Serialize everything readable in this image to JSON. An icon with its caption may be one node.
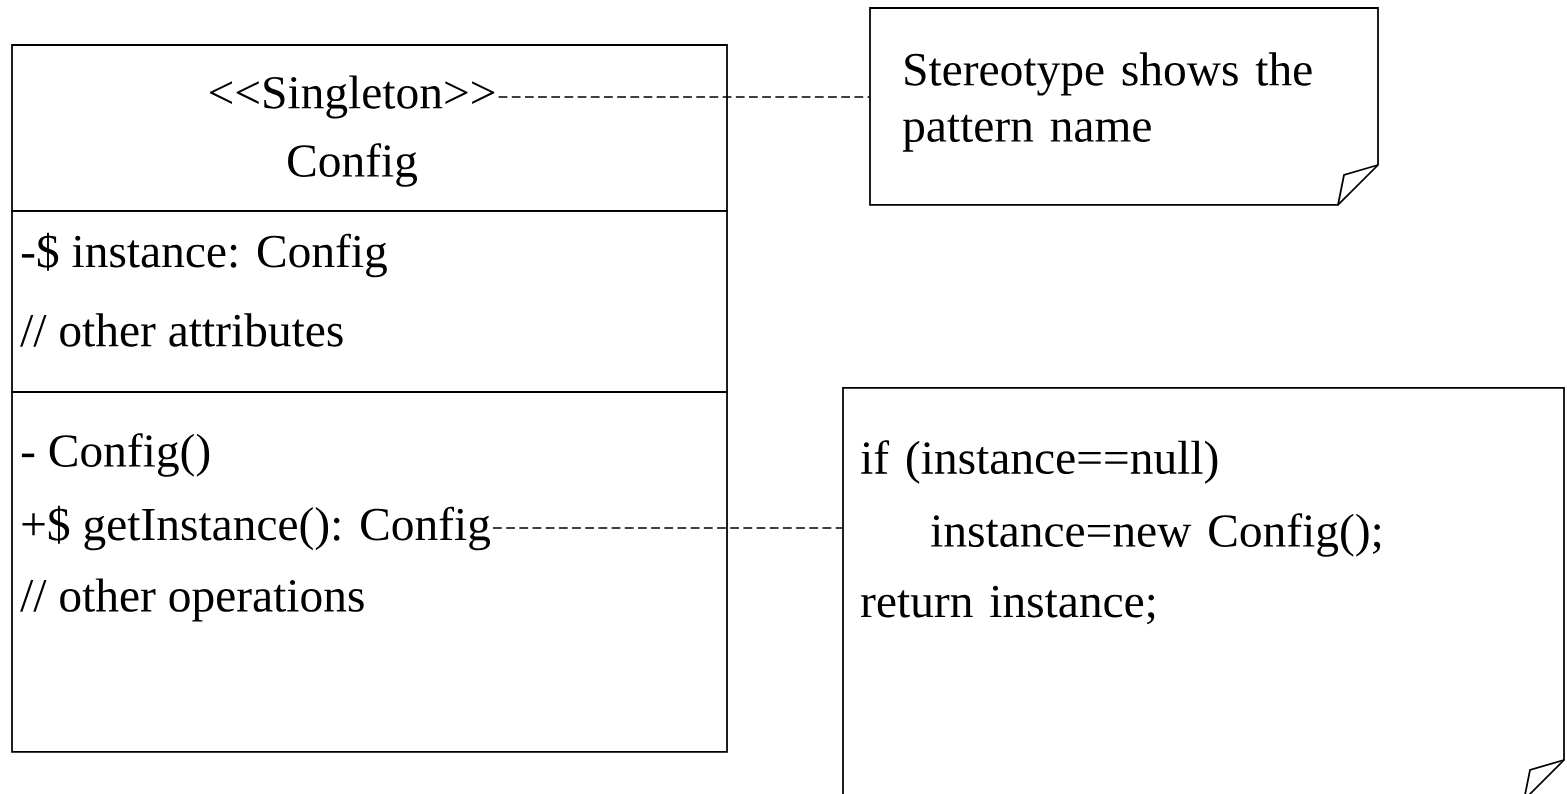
{
  "diagram": {
    "nodes": [
      {
        "text": [
          "<<Singleton>>",
          "Config"
        ]
      },
      {
        "text": [
          "-$ instance: Config",
          "// other attributes"
        ]
      },
      {
        "text": [
          "- Config()",
          "+$ getInstance(): Config",
          "// other operations"
        ]
      },
      {
        "text": [
          "Stereotype shows the pattern name"
        ]
      },
      {
        "text": [
          "if (instance==null)",
          "instance=new Config();",
          "return instance;"
        ]
      }
    ],
    "edges": [
      {
        "from": 0,
        "to": 3,
        "arrow": "none",
        "style": "dashed"
      },
      {
        "from": 2,
        "to": 4,
        "arrow": "none",
        "style": "dashed"
      }
    ]
  }
}
